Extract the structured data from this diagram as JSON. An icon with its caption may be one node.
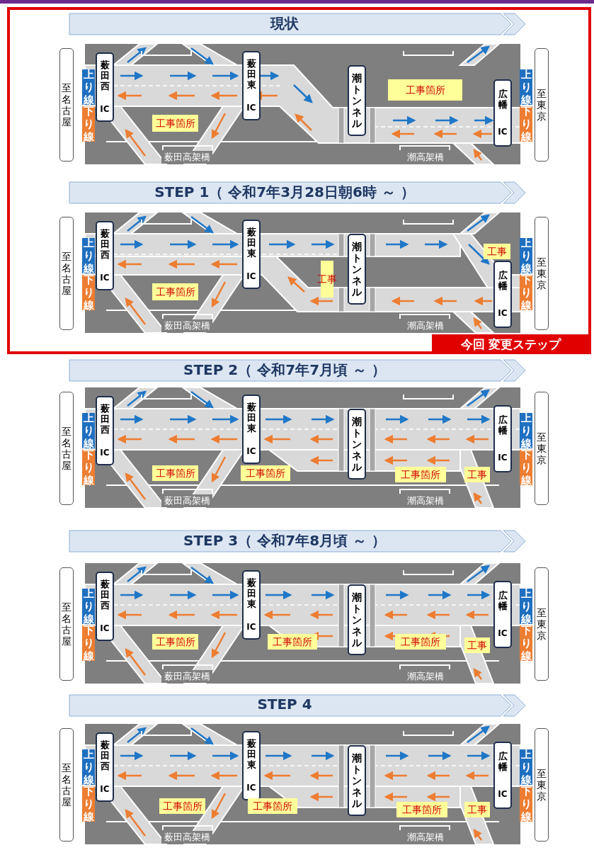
{
  "diagram": {
    "nodes": [
      {
        "text": [
          "現状"
        ]
      },
      {
        "text": [
          "至名古屋"
        ]
      },
      {
        "text": [
          "上り線"
        ]
      },
      {
        "text": [
          "下り線"
        ]
      },
      {
        "text": [
          "薮田西",
          "IC"
        ]
      },
      {
        "text": [
          "薮田東",
          "IC"
        ]
      },
      {
        "text": [
          "潮トンネル"
        ]
      },
      {
        "text": [
          "広幡",
          "IC"
        ]
      },
      {
        "text": [
          "上り線"
        ]
      },
      {
        "text": [
          "下り線"
        ]
      },
      {
        "text": [
          "至東京"
        ]
      },
      {
        "text": [
          "工事箇所"
        ]
      },
      {
        "text": [
          "工事箇所"
        ]
      },
      {
        "text": [
          "STEP 1（ 令和7年3月28日朝6時 ～ ）"
        ]
      },
      {
        "text": [
          "至名古屋"
        ]
      },
      {
        "text": [
          "上り線"
        ]
      },
      {
        "text": [
          "下り線"
        ]
      },
      {
        "text": [
          "薮田西",
          "IC"
        ]
      },
      {
        "text": [
          "薮田東",
          "IC"
        ]
      },
      {
        "text": [
          "潮トンネル"
        ]
      },
      {
        "text": [
          "広幡",
          "IC"
        ]
      },
      {
        "text": [
          "上り線"
        ]
      },
      {
        "text": [
          "下り線"
        ]
      },
      {
        "text": [
          "至東京"
        ]
      },
      {
        "text": [
          "工事箇所"
        ]
      },
      {
        "text": [
          "工事"
        ]
      },
      {
        "text": [
          "工事"
        ]
      },
      {
        "text": [
          "STEP 2（ 令和7年7月頃 ～ ）"
        ]
      },
      {
        "text": [
          "至名古屋"
        ]
      },
      {
        "text": [
          "上り線"
        ]
      },
      {
        "text": [
          "下り線"
        ]
      },
      {
        "text": [
          "薮田西",
          "IC"
        ]
      },
      {
        "text": [
          "薮田東",
          "IC"
        ]
      },
      {
        "text": [
          "潮トンネル"
        ]
      },
      {
        "text": [
          "広幡",
          "IC"
        ]
      },
      {
        "text": [
          "上り線"
        ]
      },
      {
        "text": [
          "下り線"
        ]
      },
      {
        "text": [
          "至東京"
        ]
      },
      {
        "text": [
          "工事箇所"
        ]
      },
      {
        "text": [
          "工事箇所"
        ]
      },
      {
        "text": [
          "工事箇所"
        ]
      },
      {
        "text": [
          "工事"
        ]
      },
      {
        "text": [
          "STEP 3（ 令和7年8月頃 ～ ）"
        ]
      },
      {
        "text": [
          "至名古屋"
        ]
      },
      {
        "text": [
          "上り線"
        ]
      },
      {
        "text": [
          "下り線"
        ]
      },
      {
        "text": [
          "薮田西",
          "IC"
        ]
      },
      {
        "text": [
          "薮田東",
          "IC"
        ]
      },
      {
        "text": [
          "潮トンネル"
        ]
      },
      {
        "text": [
          "広幡",
          "IC"
        ]
      },
      {
        "text": [
          "上り線"
        ]
      },
      {
        "text": [
          "下り線"
        ]
      },
      {
        "text": [
          "至東京"
        ]
      },
      {
        "text": [
          "工事箇所"
        ]
      },
      {
        "text": [
          "工事箇所"
        ]
      },
      {
        "text": [
          "工事箇所"
        ]
      },
      {
        "text": [
          "工事"
        ]
      },
      {
        "text": [
          "STEP 4"
        ]
      },
      {
        "text": [
          "至名古屋"
        ]
      },
      {
        "text": [
          "上り線"
        ]
      },
      {
        "text": [
          "下り線"
        ]
      },
      {
        "text": [
          "薮田西",
          "IC"
        ]
      },
      {
        "text": [
          "薮田東",
          "IC"
        ]
      },
      {
        "text": [
          "潮トンネル"
        ]
      },
      {
        "text": [
          "広幡",
          "IC"
        ]
      },
      {
        "text": [
          "上り線"
        ]
      },
      {
        "text": [
          "下り線"
        ]
      },
      {
        "text": [
          "至東京"
        ]
      },
      {
        "text": [
          "工事箇所"
        ]
      },
      {
        "text": [
          "工事箇所"
        ]
      },
      {
        "text": [
          "工事箇所"
        ]
      },
      {
        "text": [
          "工事"
        ]
      },
      {
        "text": [
          "今回 変更ステップ"
        ]
      }
    ],
    "labels": [
      "薮田高架橋",
      "潮高架橋",
      "薮田高架橋",
      "潮高架橋",
      "薮田高架橋",
      "潮高架橋",
      "薮田高架橋",
      "潮高架橋",
      "薮田高架橋",
      "潮高架橋"
    ]
  }
}
